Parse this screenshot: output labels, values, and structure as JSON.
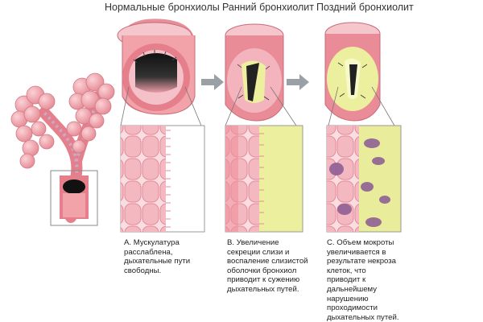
{
  "stages": [
    {
      "title": "Нормальные бронхиолы",
      "caption": "A. Мускулатура\nрасслаблена,\nдыхательные пути\nсвободны."
    },
    {
      "title": "Ранний бронхиолит",
      "caption": "B. Увеличение\nсекреции слизи и\nвоспаление слизистой\nоболочки бронхиол\nприводит к сужению\nдыхательных путей."
    },
    {
      "title": "Поздний бронхиолит",
      "caption": "C. Объем мокроты\nувеличивается в\nрезультате некроза\nклеток, что\nприводит к\nдальнейшему\nнарушению\nпроходимости\nдыхательных путей."
    }
  ],
  "colors": {
    "alveoli": "#f2a3aa",
    "tissue_pink": "#f4a7b0",
    "mucus": "#ecef9e",
    "cell": "#f6c4cc",
    "necrosis": "#8a5a93",
    "arrow": "#9aa0a6"
  }
}
